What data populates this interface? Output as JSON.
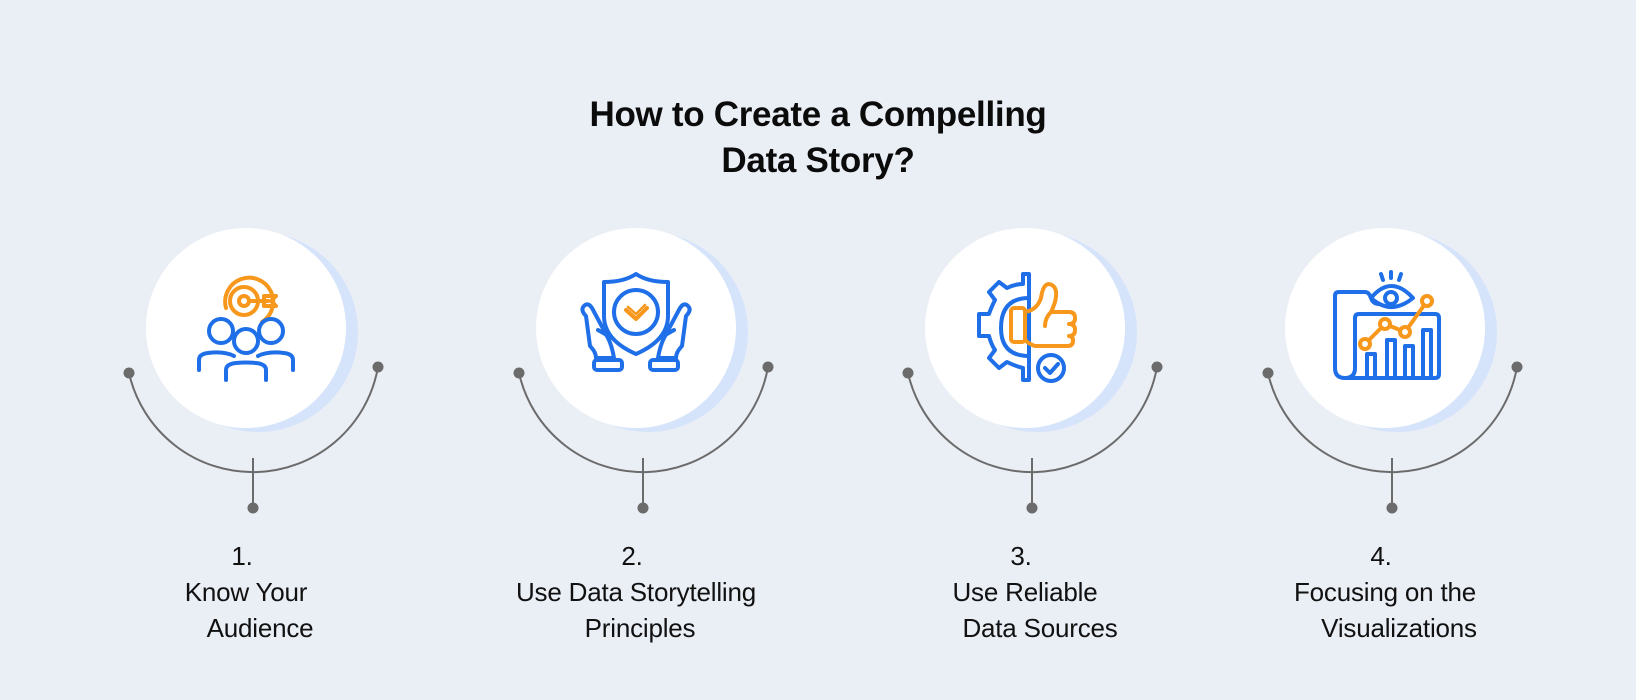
{
  "title": {
    "line1": "How to Create a Compelling",
    "line2": "Data Story?"
  },
  "colors": {
    "background": "#eaeef5",
    "circle": "#ffffff",
    "circle_shadow": "#d6e4fb",
    "icon_primary": "#1f6fe8",
    "icon_accent": "#f7971c",
    "connector": "#6b6b6b",
    "text": "#111111"
  },
  "steps": [
    {
      "number": "1.",
      "line1": "Know Your",
      "line2": "Audience",
      "icon": "audience-target-icon"
    },
    {
      "number": "2.",
      "line1": "Use Data Storytelling",
      "line2": "Principles",
      "icon": "shield-hands-icon"
    },
    {
      "number": "3.",
      "line1": "Use Reliable",
      "line2": "Data Sources",
      "icon": "gear-thumbs-up-icon"
    },
    {
      "number": "4.",
      "line1": "Focusing on the",
      "line2": "Visualizations",
      "icon": "folder-eye-chart-icon"
    }
  ]
}
